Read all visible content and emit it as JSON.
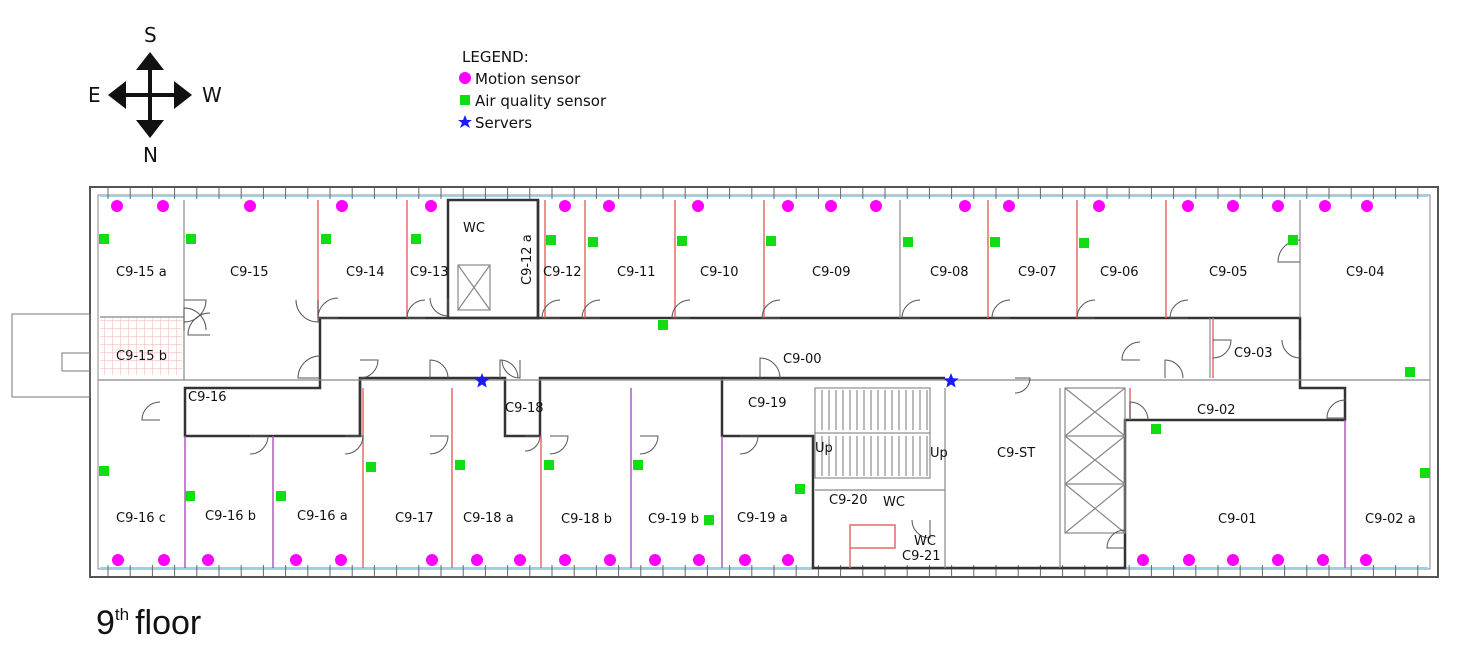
{
  "compass": {
    "south": "S",
    "north": "N",
    "east": "E",
    "west": "W"
  },
  "legend": {
    "heading": "LEGEND:",
    "items": [
      {
        "label": "Motion sensor",
        "symbol": "circle",
        "color": "#ff00ff"
      },
      {
        "label": "Air quality sensor",
        "symbol": "square",
        "color": "#11dd11"
      },
      {
        "label": "Servers",
        "symbol": "star",
        "color": "#1a1aff"
      }
    ]
  },
  "floor": {
    "number": "9",
    "suffix": "th",
    "word": "floor"
  },
  "rooms": [
    "C9-15 a",
    "C9-15",
    "C9-14",
    "C9-13",
    "WC",
    "C9-12 a",
    "C9-12",
    "C9-11",
    "C9-10",
    "C9-09",
    "C9-08",
    "C9-07",
    "C9-06",
    "C9-05",
    "C9-04",
    "C9-15 b",
    "C9-00",
    "C9-03",
    "C9-16",
    "C9-18",
    "C9-19",
    "C9-02",
    "Up",
    "Up",
    "C9-ST",
    "C9-16 c",
    "C9-16 b",
    "C9-16 a",
    "C9-17",
    "C9-18 a",
    "C9-18 b",
    "C9-19 b",
    "C9-19 a",
    "C9-20",
    "WC",
    "WC",
    "C9-21",
    "C9-01",
    "C9-02 a"
  ],
  "colors": {
    "wall": "#333333",
    "wall_light": "#888888",
    "partition": "#e86a6a",
    "glass": "#9ad0e8",
    "hatch": "#f4b0b0"
  }
}
